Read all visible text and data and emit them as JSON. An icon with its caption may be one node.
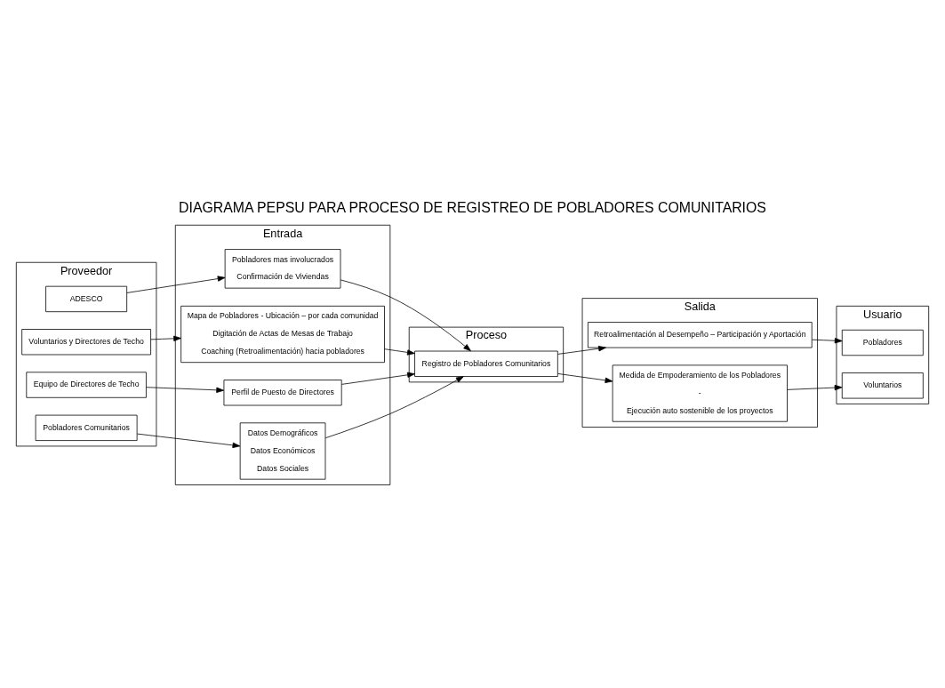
{
  "diagram": {
    "title": "DIAGRAMA PEPSU PARA PROCESO DE REGISTREO DE POBLADORES COMUNITARIOS",
    "nodes": [
      {
        "text": [
          "Proveedor"
        ]
      },
      {
        "text": [
          "Entrada"
        ]
      },
      {
        "text": [
          "Proceso"
        ]
      },
      {
        "text": [
          "Salida"
        ]
      },
      {
        "text": [
          "Usuario"
        ]
      },
      {
        "text": [
          "ADESCO"
        ],
        "in": 0
      },
      {
        "text": [
          "Voluntarios y Directores de Techo"
        ],
        "in": 0
      },
      {
        "text": [
          "Equipo de Directores de Techo"
        ],
        "in": 0
      },
      {
        "text": [
          "Pobladores Comunitarios"
        ],
        "in": 0
      },
      {
        "text": [
          "Pobladores mas involucrados",
          "Confirmación de Viviendas"
        ],
        "in": 1
      },
      {
        "text": [
          "Mapa de Pobladores - Ubicación – por cada comunidad",
          "Digitación de Actas de Mesas de Trabajo",
          "Coaching (Retroalimentación) hacia pobladores"
        ],
        "in": 1
      },
      {
        "text": [
          "Perfil de Puesto de Directores"
        ],
        "in": 1
      },
      {
        "text": [
          "Datos Demográficos",
          "Datos Económicos",
          "Datos Sociales"
        ],
        "in": 1
      },
      {
        "text": [
          "Registro de Pobladores Comunitarios"
        ],
        "in": 2
      },
      {
        "text": [
          "Retroalimentación al Desempeño – Participación y Aportación"
        ],
        "in": 3
      },
      {
        "text": [
          "Medida de Empoderamiento de los Pobladores",
          "-",
          "Ejecución auto sostenible de los proyectos"
        ],
        "in": 3
      },
      {
        "text": [
          "Pobladores"
        ],
        "in": 4
      },
      {
        "text": [
          "Voluntarios"
        ],
        "in": 4
      }
    ],
    "edges": [
      {
        "from": 5,
        "to": 9,
        "arrow": "to"
      },
      {
        "from": 6,
        "to": 10,
        "arrow": "to"
      },
      {
        "from": 7,
        "to": 11,
        "arrow": "to"
      },
      {
        "from": 8,
        "to": 12,
        "arrow": "to"
      },
      {
        "from": 9,
        "to": 13,
        "arrow": "to"
      },
      {
        "from": 10,
        "to": 13,
        "arrow": "to"
      },
      {
        "from": 11,
        "to": 13,
        "arrow": "to"
      },
      {
        "from": 12,
        "to": 13,
        "arrow": "to"
      },
      {
        "from": 13,
        "to": 14,
        "arrow": "to"
      },
      {
        "from": 13,
        "to": 15,
        "arrow": "to"
      },
      {
        "from": 14,
        "to": 16,
        "arrow": "to"
      },
      {
        "from": 15,
        "to": 17,
        "arrow": "to"
      }
    ]
  }
}
